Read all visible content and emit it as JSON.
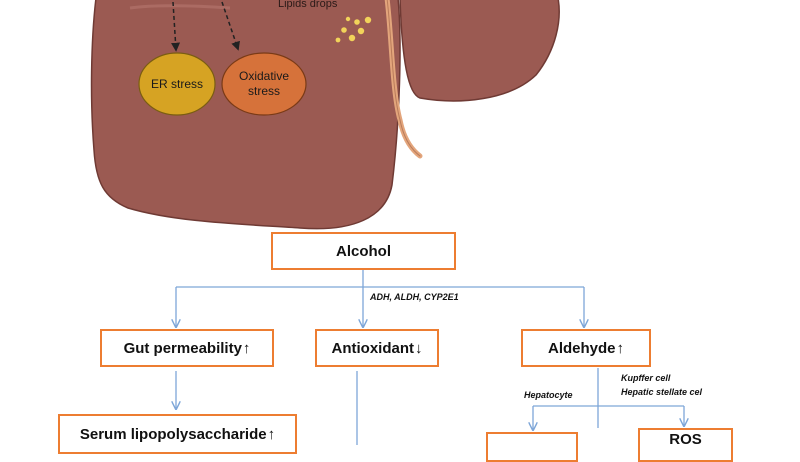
{
  "liver": {
    "lipids_label": "Lipids drops",
    "er_stress_label": "ER stress",
    "oxidative_label_line1": "Oxidative",
    "oxidative_label_line2": "stress"
  },
  "flow": {
    "alcohol": "Alcohol",
    "enzymes": "ADH, ALDH, CYP2E1",
    "gut_permeability": "Gut permeability",
    "antioxidant": "Antioxidant",
    "aldehyde": "Aldehyde",
    "serum_lps": "Serum lipopolysaccharide",
    "ros": "ROS",
    "up_arrow": "↑",
    "down_arrow": "↓",
    "hepatocyte": "Hepatocyte",
    "kupffer": "Kupffer cell",
    "stellate": "Hepatic stellate cel"
  },
  "colors": {
    "liver": "#9b5a52",
    "liver_edge": "#6f3a34",
    "ligament": "#e3a57c",
    "er_stress": "#d6a323",
    "oxidative": "#d6723a",
    "box_border": "#ed7d31",
    "connector": "#7ea6d8"
  }
}
